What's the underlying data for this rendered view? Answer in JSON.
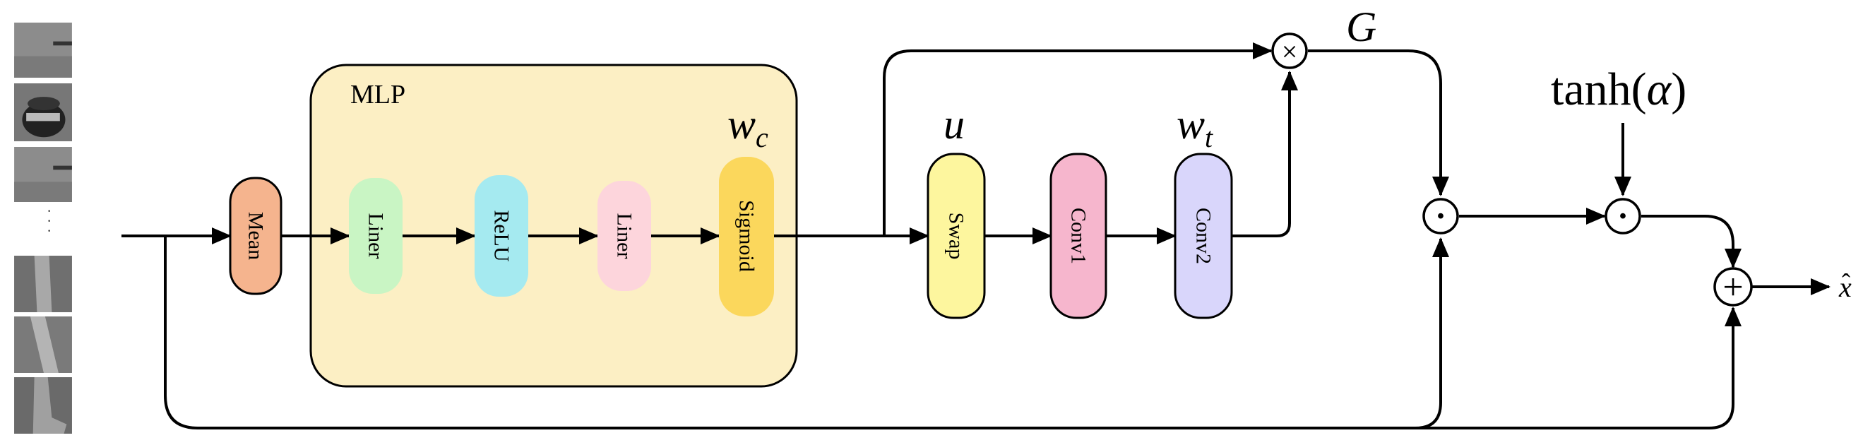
{
  "diagram": {
    "mlp_group_label": "MLP",
    "nodes": {
      "mean": "Mean",
      "liner1": "Liner",
      "relu": "ReLU",
      "liner2": "Liner",
      "sigmoid": "Sigmoid",
      "swap": "Swap",
      "conv1": "Conv1",
      "conv2": "Conv2"
    },
    "labels": {
      "wc_base": "w",
      "wc_sub": "c",
      "u": "u",
      "wt_base": "w",
      "wt_sub": "t",
      "G": "G",
      "tanh_prefix": "tanh(",
      "tanh_alpha": "α",
      "tanh_suffix": ")",
      "output_base": "x",
      "output_hat": "ˆ"
    },
    "operators": {
      "multiply": "×",
      "hadamard_1": "·",
      "hadamard_2": "·",
      "add": "+"
    },
    "colors": {
      "mean": "#F5B48E",
      "liner1": "#C9F5C4",
      "relu": "#A5EAF0",
      "liner2": "#FDD5DC",
      "sigmoid": "#FBD75C",
      "swap": "#FDF69E",
      "conv1": "#F6B6CD",
      "conv2": "#D9D6FB",
      "mlp_group": "#FCEFC4"
    }
  }
}
